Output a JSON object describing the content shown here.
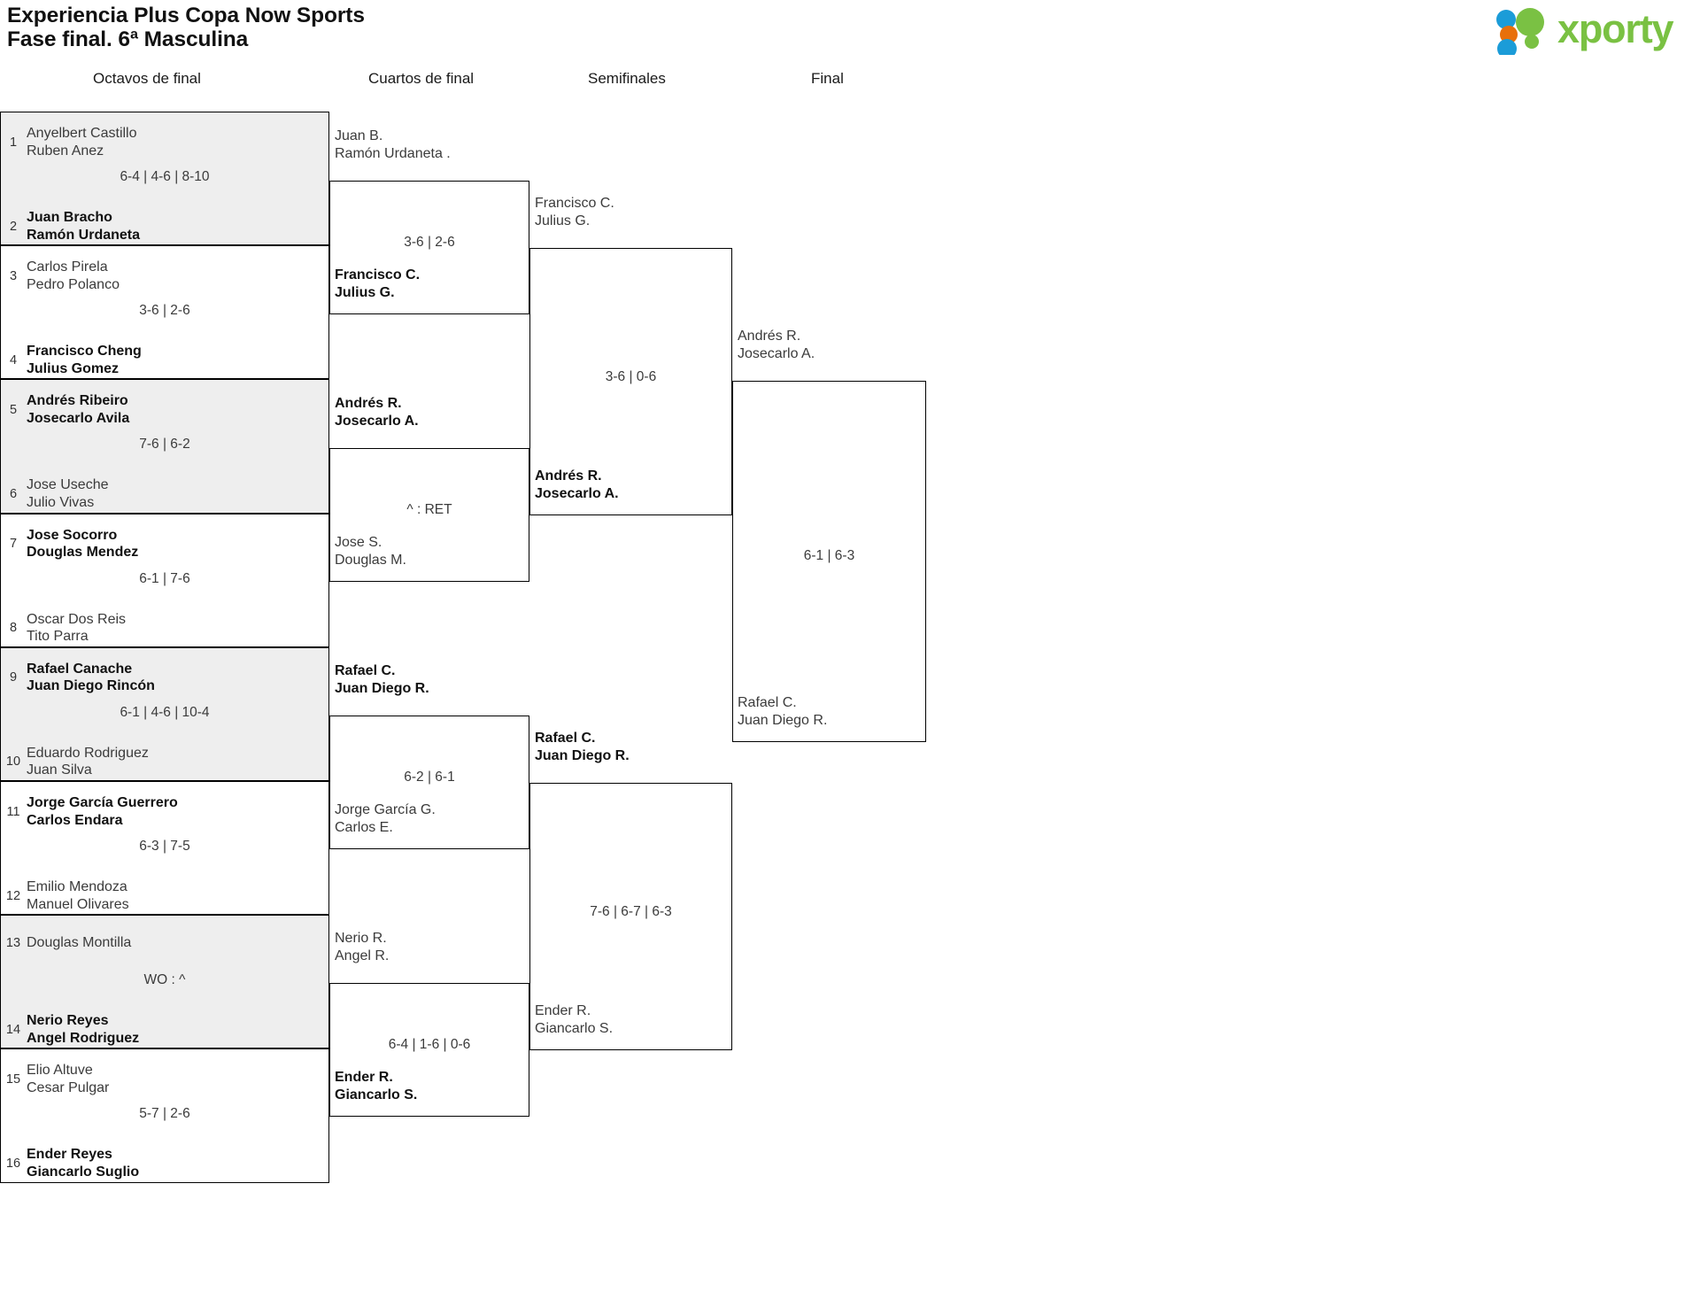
{
  "header": {
    "line1": "Experiencia Plus Copa Now Sports",
    "line2": "Fase final. 6ª Masculina"
  },
  "logo": {
    "text": "xporty",
    "green": "#7AC143",
    "blue": "#1B9CD8",
    "orange": "#E8700A"
  },
  "rounds": [
    {
      "key": "r16",
      "label": "Octavos de final"
    },
    {
      "key": "qf",
      "label": "Cuartos de final"
    },
    {
      "key": "sf",
      "label": "Semifinales"
    },
    {
      "key": "f",
      "label": "Final"
    }
  ],
  "round_of_16": [
    {
      "shaded": true,
      "top": {
        "seed": "1",
        "p1": "Anyelbert Castillo",
        "p2": "Ruben Anez",
        "winner": false
      },
      "score": "6-4 | 4-6 | 8-10",
      "bottom": {
        "seed": "2",
        "p1": "Juan Bracho",
        "p2": "Ramón Urdaneta",
        "winner": true
      }
    },
    {
      "shaded": false,
      "top": {
        "seed": "3",
        "p1": "Carlos Pirela",
        "p2": "Pedro Polanco",
        "winner": false
      },
      "score": "3-6 | 2-6",
      "bottom": {
        "seed": "4",
        "p1": "Francisco Cheng",
        "p2": "Julius Gomez",
        "winner": true
      }
    },
    {
      "shaded": true,
      "top": {
        "seed": "5",
        "p1": "Andrés Ribeiro",
        "p2": "Josecarlo Avila",
        "winner": true
      },
      "score": "7-6 | 6-2",
      "bottom": {
        "seed": "6",
        "p1": "Jose Useche",
        "p2": "Julio Vivas",
        "winner": false
      }
    },
    {
      "shaded": false,
      "top": {
        "seed": "7",
        "p1": "Jose Socorro",
        "p2": "Douglas Mendez",
        "winner": true
      },
      "score": "6-1 | 7-6",
      "bottom": {
        "seed": "8",
        "p1": "Oscar Dos Reis",
        "p2": "Tito Parra",
        "winner": false
      }
    },
    {
      "shaded": true,
      "top": {
        "seed": "9",
        "p1": "Rafael Canache",
        "p2": "Juan Diego Rincón",
        "winner": true
      },
      "score": "6-1 | 4-6 | 10-4",
      "bottom": {
        "seed": "10",
        "p1": "Eduardo Rodriguez",
        "p2": "Juan Silva",
        "winner": false
      }
    },
    {
      "shaded": false,
      "top": {
        "seed": "11",
        "p1": "Jorge García Guerrero",
        "p2": "Carlos Endara",
        "winner": true
      },
      "score": "6-3 | 7-5",
      "bottom": {
        "seed": "12",
        "p1": "Emilio Mendoza",
        "p2": "Manuel Olivares",
        "winner": false
      }
    },
    {
      "shaded": true,
      "top": {
        "seed": "13",
        "p1": "Douglas Montilla",
        "p2": "",
        "winner": false
      },
      "score": "WO : ^",
      "bottom": {
        "seed": "14",
        "p1": "Nerio Reyes",
        "p2": "Angel Rodriguez",
        "winner": true
      }
    },
    {
      "shaded": false,
      "top": {
        "seed": "15",
        "p1": "Elio Altuve",
        "p2": "Cesar Pulgar",
        "winner": false
      },
      "score": "5-7 | 2-6",
      "bottom": {
        "seed": "16",
        "p1": "Ender Reyes",
        "p2": "Giancarlo Suglio",
        "winner": true
      }
    }
  ],
  "quarterfinals": [
    {
      "top": {
        "p1": "Juan B.",
        "p2": "Ramón Urdaneta .",
        "winner": false
      },
      "score": "3-6 | 2-6",
      "bottom": {
        "p1": "Francisco C.",
        "p2": "Julius G.",
        "winner": true
      }
    },
    {
      "top": {
        "p1": "Andrés R.",
        "p2": "Josecarlo A.",
        "winner": true
      },
      "score": "^ : RET",
      "bottom": {
        "p1": "Jose S.",
        "p2": "Douglas M.",
        "winner": false
      }
    },
    {
      "top": {
        "p1": "Rafael C.",
        "p2": "Juan Diego R.",
        "winner": true
      },
      "score": "6-2 | 6-1",
      "bottom": {
        "p1": "Jorge García G.",
        "p2": "Carlos E.",
        "winner": false
      }
    },
    {
      "top": {
        "p1": "Nerio R.",
        "p2": "Angel R.",
        "winner": false
      },
      "score": "6-4 | 1-6 | 0-6",
      "bottom": {
        "p1": "Ender R.",
        "p2": "Giancarlo S.",
        "winner": true
      }
    }
  ],
  "semifinals": [
    {
      "top": {
        "p1": "Francisco C.",
        "p2": "Julius G.",
        "winner": false
      },
      "score": "3-6 | 0-6",
      "bottom": {
        "p1": "Andrés R.",
        "p2": "Josecarlo A.",
        "winner": true
      }
    },
    {
      "top": {
        "p1": "Rafael C.",
        "p2": "Juan Diego R.",
        "winner": true
      },
      "score": "7-6 | 6-7 | 6-3",
      "bottom": {
        "p1": "Ender R.",
        "p2": "Giancarlo S.",
        "winner": false
      }
    }
  ],
  "final": {
    "top": {
      "p1": "Andrés R.",
      "p2": "Josecarlo A.",
      "winner": false
    },
    "score": "6-1 | 6-3",
    "bottom": {
      "p1": "Rafael C.",
      "p2": "Juan Diego R.",
      "winner": false
    }
  }
}
